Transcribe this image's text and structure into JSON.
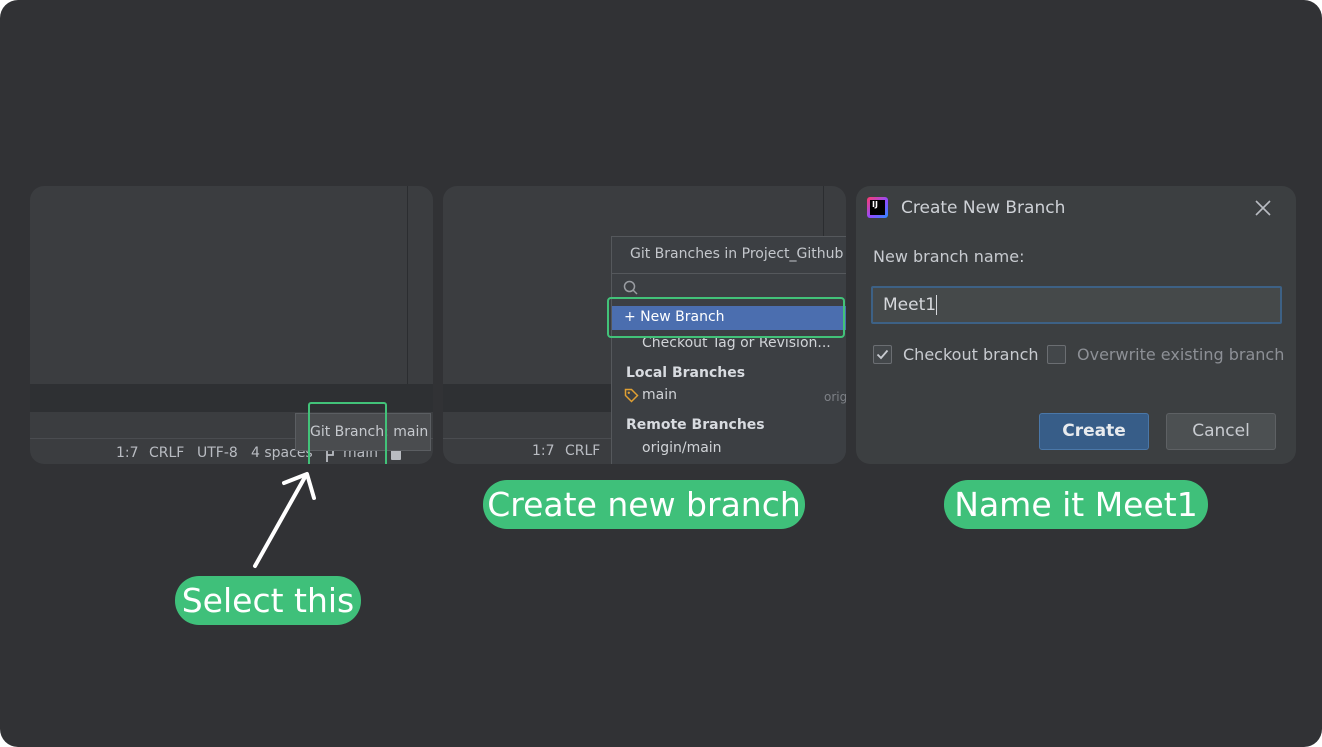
{
  "panel1": {
    "status_bar": {
      "position": "1:7",
      "line_ending": "CRLF",
      "encoding": "UTF-8",
      "indent": "4 spaces",
      "branch": "main"
    },
    "tooltip": "Git Branch: main"
  },
  "panel2": {
    "status_bar": {
      "position": "1:7",
      "line_ending": "CRLF"
    },
    "popup": {
      "title": "Git Branches in Project_Github",
      "new_branch": "+ New Branch",
      "checkout": "Checkout Tag or Revision...",
      "local_header": "Local Branches",
      "local_branch": "main",
      "local_branch_tracking": "orig",
      "remote_header": "Remote Branches",
      "remote_branch": "origin/main"
    }
  },
  "panel3": {
    "title": "Create New Branch",
    "label": "New branch name:",
    "input_value": "Meet1",
    "checkout_label": "Checkout branch",
    "checkout_checked": true,
    "overwrite_label": "Overwrite existing branch",
    "overwrite_checked": false,
    "create_button": "Create",
    "cancel_button": "Cancel"
  },
  "annotations": {
    "select_this": "Select this",
    "create_new_branch": "Create new branch",
    "name_it": "Name it Meet1"
  },
  "colors": {
    "background": "#313235",
    "panel": "#3b3d40",
    "highlight_green": "#42c279",
    "pill_green": "#3fc07a",
    "selection_blue": "#4b6eaf",
    "primary_button": "#375d88"
  }
}
